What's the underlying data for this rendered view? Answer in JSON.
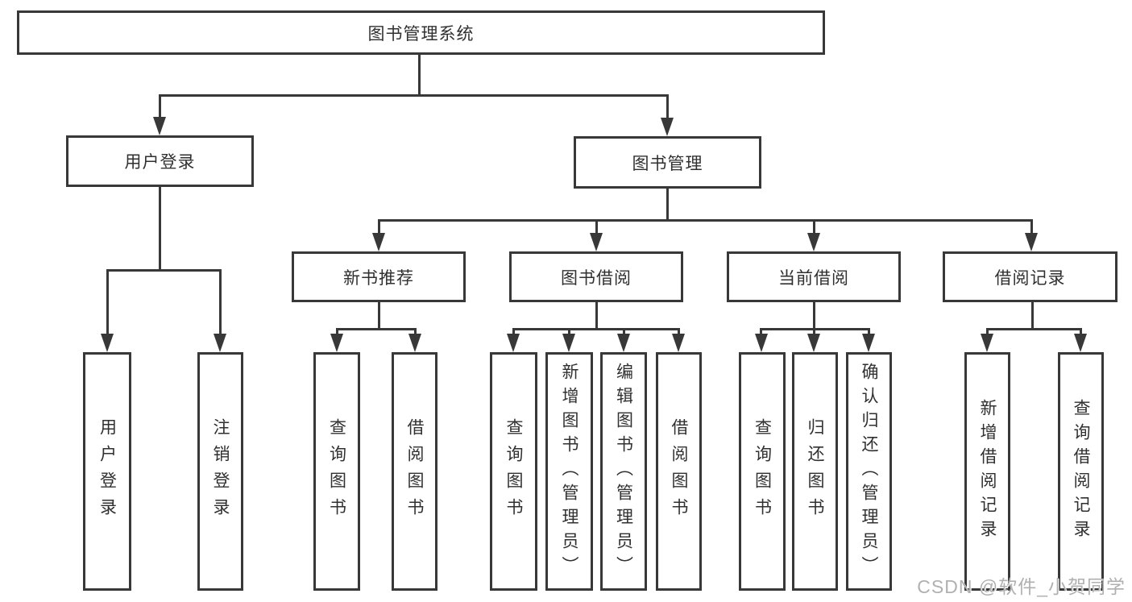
{
  "diagram": {
    "title": "图书管理系统",
    "branches": [
      {
        "label": "用户登录",
        "children": [
          {
            "label": "用户登录"
          },
          {
            "label": "注销登录"
          }
        ]
      },
      {
        "label": "图书管理",
        "children": [
          {
            "label": "新书推荐",
            "children": [
              {
                "label": "查询图书"
              },
              {
                "label": "借阅图书"
              }
            ]
          },
          {
            "label": "图书借阅",
            "children": [
              {
                "label": "查询图书"
              },
              {
                "label": "新增图书（管理员）"
              },
              {
                "label": "编辑图书（管理员）"
              },
              {
                "label": "借阅图书"
              }
            ]
          },
          {
            "label": "当前借阅",
            "children": [
              {
                "label": "查询图书"
              },
              {
                "label": "归还图书"
              },
              {
                "label": "确认归还（管理员）"
              }
            ]
          },
          {
            "label": "借阅记录",
            "children": [
              {
                "label": "新增借阅记录"
              },
              {
                "label": "查询借阅记录"
              }
            ]
          }
        ]
      }
    ]
  },
  "watermark": {
    "text": "CSDN @软件_小贺同学"
  },
  "colors": {
    "line": "#383838",
    "text": "#303030",
    "watermark": "#b0b0b0",
    "bg": "#ffffff"
  }
}
